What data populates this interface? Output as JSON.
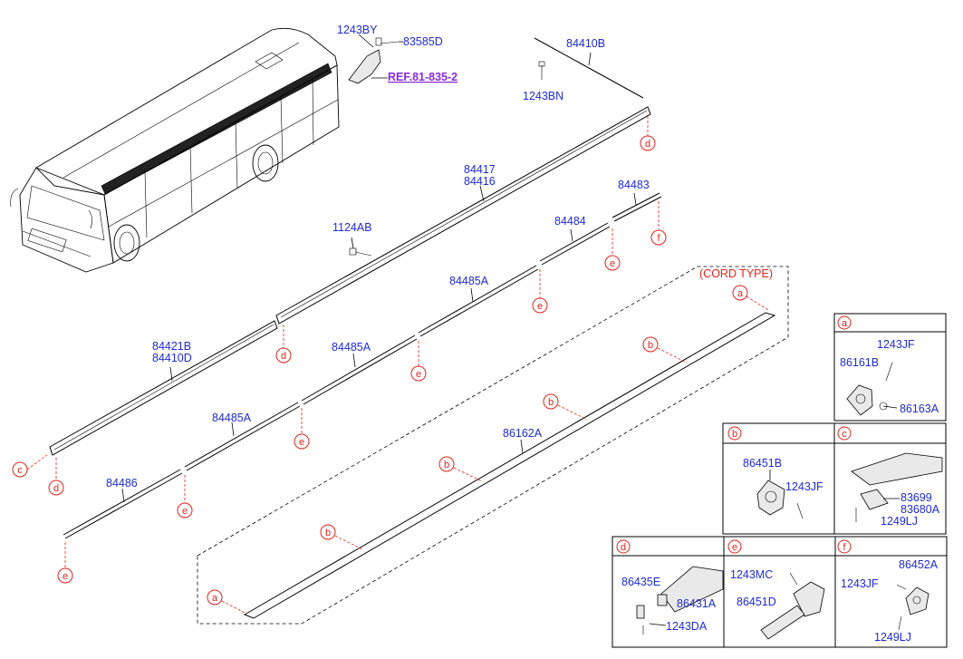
{
  "labels": {
    "p1243BY": "1243BY",
    "p83585D": "83585D",
    "ref": "REF.81-835-2",
    "p84410B": "84410B",
    "p1243BN": "1243BN",
    "p84417": "84417",
    "p84416": "84416",
    "p84483": "84483",
    "p1124AB": "1124AB",
    "p84484": "84484",
    "p84485A_1": "84485A",
    "p84485A_2": "84485A",
    "p84485A_3": "84485A",
    "p84421B": "84421B",
    "p84410D": "84410D",
    "p84486": "84486",
    "p86162A": "86162A",
    "cord_type": "(CORD TYPE)",
    "detail_a_1243JF": "1243JF",
    "detail_a_86161B": "86161B",
    "detail_a_86163A": "86163A",
    "detail_b_86451B": "86451B",
    "detail_b_1243JF": "1243JF",
    "detail_c_83699": "83699",
    "detail_c_83680A": "83680A",
    "detail_c_1249LJ": "1249LJ",
    "detail_d_86435E": "86435E",
    "detail_d_86431A": "86431A",
    "detail_d_1243DA": "1243DA",
    "detail_e_1243MC": "1243MC",
    "detail_e_86451D": "86451D",
    "detail_f_86452A": "86452A",
    "detail_f_1243JF": "1243JF",
    "detail_f_1249LJ": "1249LJ"
  },
  "markers": {
    "a": "a",
    "b": "b",
    "c": "c",
    "d": "d",
    "e": "e",
    "f": "f"
  },
  "colors": {
    "part_number": "#1f2bd6",
    "marker": "#e2231a",
    "reference": "#8a2be2"
  }
}
